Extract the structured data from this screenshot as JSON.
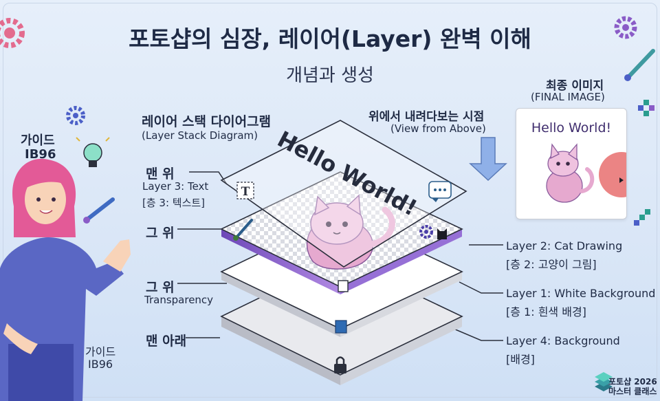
{
  "title": "포토샵의 심장, 레이어(Layer) 완벽 이해",
  "subtitle": "개념과 생성",
  "guide": {
    "top_line1": "가이드",
    "top_line2": "IB96",
    "bottom_line1": "가이드",
    "bottom_line2": "IB96"
  },
  "stack_diagram": {
    "title": "레이어 스택 다이어그램",
    "title_en": "(Layer Stack Diagram)"
  },
  "view_from_above": {
    "title": "위에서 내려다보는 시점",
    "title_en": "(View from Above)"
  },
  "final_image": {
    "title": "최종 이미지",
    "title_en": "(FINAL IMAGE)",
    "text": "Hello World!"
  },
  "layer_text": "Hello World!",
  "left_labels": {
    "top": "맨 위",
    "top_line2": "Layer 3: Text",
    "top_line3": "[층 3: 텍스트]",
    "second": "그 위",
    "third": "그 위",
    "third_line2": "Transparency",
    "bottom": "맨 아래"
  },
  "right_labels": {
    "layer2": "Layer 2: Cat Drawing",
    "layer2_kr": "[층 2: 고양이 그림]",
    "layer1": "Layer 1: White Background",
    "layer1_kr": "[층 1: 흰색 배경]",
    "layer4": "Layer 4: Background",
    "layer4_kr": "[배경]"
  },
  "logo": {
    "line1": "포토샵 2026",
    "line2": "마스터 클래스"
  },
  "icons": [
    "gear-icon",
    "lightbulb-icon",
    "paintbrush-icon",
    "text-tool-icon",
    "chat-bubble-icon",
    "paint-bucket-icon",
    "lock-icon",
    "arrow-down-icon",
    "cat-icon",
    "pixel-icon",
    "layers-logo-icon"
  ],
  "colors": {
    "accent_purple": "#8a5cc7",
    "arrow_blue": "#8fb0e8",
    "title_text": "#1e2a45",
    "cat_pink": "#e6a9cf"
  }
}
